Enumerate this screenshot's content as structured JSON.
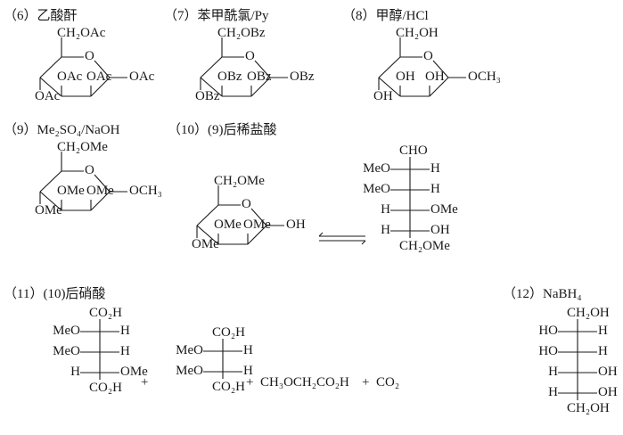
{
  "reactions": [
    {
      "label": "（6）乙酸酐",
      "ring": {
        "c6": "CH₂OAc",
        "o": "O",
        "c3": "OAc",
        "c2": "OAc",
        "c1": "OAc",
        "c4": "OAc"
      }
    },
    {
      "label": "（7）苯甲酰氯/Py",
      "ring": {
        "c6": "CH₂OBz",
        "o": "O",
        "c3": "OBz",
        "c2": "OBz",
        "c1": "OBz",
        "c4": "OBz"
      }
    },
    {
      "label": "（8）甲醇/HCl",
      "ring": {
        "c6": "CH₂OH",
        "o": "O",
        "c3": "OH",
        "c2": "OH",
        "c1": "OCH₃",
        "c4": "OH"
      }
    },
    {
      "label": "（9）Me₂SO₄/NaOH",
      "ring": {
        "c6": "CH₂OMe",
        "o": "O",
        "c3": "OMe",
        "c2": "OMe",
        "c1": "OCH₃",
        "c4": "OMe"
      }
    },
    {
      "label": "（10）(9)后稀盐酸",
      "ring": {
        "c6": "CH₂OMe",
        "o": "O",
        "c3": "OMe",
        "c2": "OMe",
        "c1": "OH",
        "c4": "OMe"
      },
      "fischer": {
        "top": "CHO",
        "rows": [
          {
            "left": "MeO",
            "right": "H"
          },
          {
            "left": "MeO",
            "right": "H"
          },
          {
            "left": "H",
            "right": "OMe"
          },
          {
            "left": "H",
            "right": "OH"
          }
        ],
        "bottom": "CH₂OMe"
      }
    },
    {
      "label": "（11）(10)后硝酸",
      "products": [
        {
          "top": "CO₂H",
          "rows": [
            {
              "left": "MeO",
              "right": "H"
            },
            {
              "left": "MeO",
              "right": "H"
            },
            {
              "left": "H",
              "right": "OMe"
            }
          ],
          "bottom": "CO₂H"
        },
        {
          "top": "CO₂H",
          "rows": [
            {
              "left": "MeO",
              "right": "H"
            },
            {
              "left": "MeO",
              "right": "H"
            }
          ],
          "bottom": "CO₂H"
        }
      ],
      "plus": "+",
      "extra1": "CH₃OCH₂CO₂H",
      "extra2": "CO₂"
    },
    {
      "label": "（12）NaBH₄",
      "fischer": {
        "top": "CH₂OH",
        "rows": [
          {
            "left": "HO",
            "right": "H"
          },
          {
            "left": "HO",
            "right": "H"
          },
          {
            "left": "H",
            "right": "OH"
          },
          {
            "left": "H",
            "right": "OH"
          }
        ],
        "bottom": "CH₂OH"
      }
    }
  ]
}
